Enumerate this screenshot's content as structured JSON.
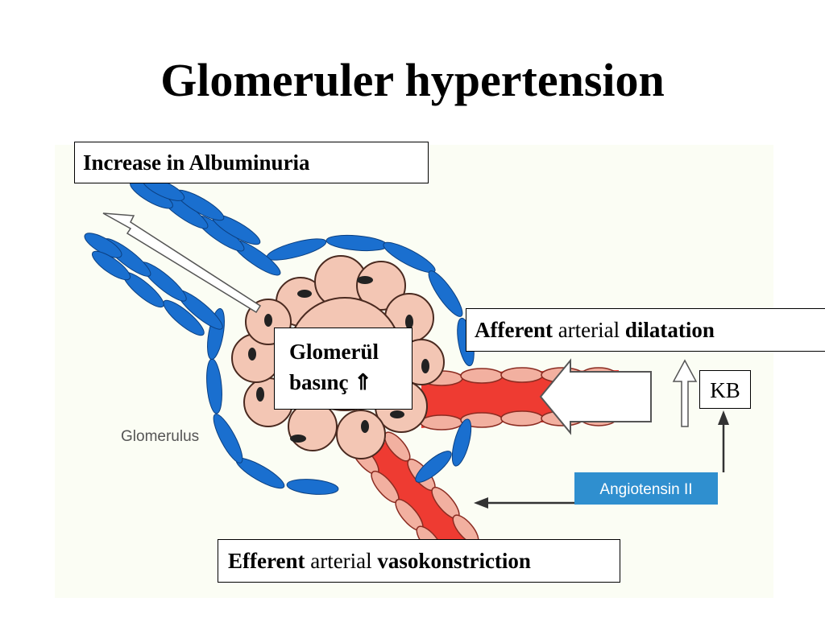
{
  "title": "Glomeruler hypertension",
  "boxes": {
    "albuminuria": "Increase in Albuminuria",
    "afferent": {
      "bold1": "Afferent",
      "normal": " arterial ",
      "bold2": "dilatation"
    },
    "glomerul": {
      "line1": "Glomerül",
      "line2": "basınç",
      "arrow": "⇑"
    },
    "kb": "KB",
    "efferent": {
      "bold1": "Efferent",
      "normal": " arterial ",
      "bold2": "vasokonstriction"
    }
  },
  "illustration": {
    "glomerulus_label": "Glomerulus",
    "angiotensin_label": "Angiotensin II"
  },
  "colors": {
    "capsule_cell": "#1a6fcf",
    "capillary_tuft": "#f3c6b4",
    "artery_red": "#ee3b32",
    "angiotensin_box": "#2f8fcf"
  }
}
